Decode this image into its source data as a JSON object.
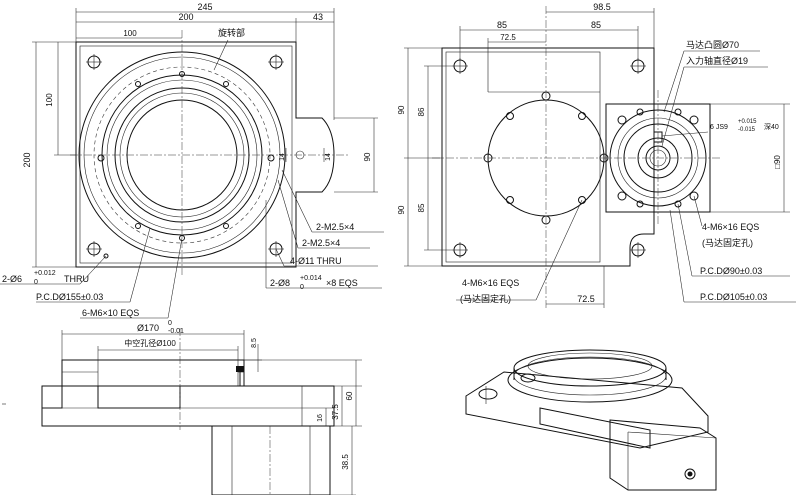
{
  "front_view": {
    "dim_total_width": "245",
    "dim_flange_width": "200",
    "dim_offset": "43",
    "dim_half_width": "100",
    "dim_height": "200",
    "dim_half_height": "100",
    "dim_tab_height": "90",
    "dim_tab_a": "14",
    "dim_tab_b": "14",
    "rotating_label": "旋转部",
    "callout_m25_1": "2-M2.5×4",
    "callout_m25_2": "2-M2.5×4",
    "callout_thru11": "4-Ø11 THRU",
    "callout_dowel8": "2-Ø8",
    "callout_dowel8_tol_up": "+0.014",
    "callout_dowel8_tol_low": "0",
    "callout_dowel8_depth": "×8 EQS",
    "callout_dowel6": "2-Ø6",
    "callout_dowel6_tol_up": "+0.012",
    "callout_dowel6_tol_low": "0",
    "callout_dowel6_thru": "THRU",
    "callout_pcd155": "P.C.DØ155±0.03",
    "callout_m6x10": "6-M6×10 EQS"
  },
  "right_view": {
    "dim_98_5": "98.5",
    "dim_85_left": "85",
    "dim_85_right": "85",
    "dim_72_5_top": "72.5",
    "dim_90_a": "90",
    "dim_86_a": "86",
    "dim_90_b": "90",
    "dim_85_b": "85",
    "dim_72_5_bottom": "72.5",
    "dim_sq90": "□90",
    "motor_boss": "马达凸圆Ø70",
    "input_shaft": "入力轴直径Ø19",
    "keyway": "6 JS9",
    "keyway_tol_up": "+0.015",
    "keyway_tol_low": "-0.015",
    "keyway_depth": "深40",
    "motor_holes_a": "4-M6×16 EQS",
    "motor_holes_a_note": "(马达固定孔)",
    "motor_holes_b": "4-M6×16 EQS",
    "motor_holes_b_note": "(马达固定孔)",
    "pcd90": "P.C.DØ90±0.03",
    "pcd105": "P.C.DØ105±0.03"
  },
  "section_view": {
    "dim_dia170": "Ø170",
    "dim_dia170_tol_up": "0",
    "dim_dia170_tol_low": "-0.01",
    "dim_hollow": "中空孔径Ø100",
    "dim_8_5": "8.5",
    "dim_60": "60",
    "dim_37_5": "37.5",
    "dim_16": "16",
    "dim_38_5": "38.5"
  }
}
